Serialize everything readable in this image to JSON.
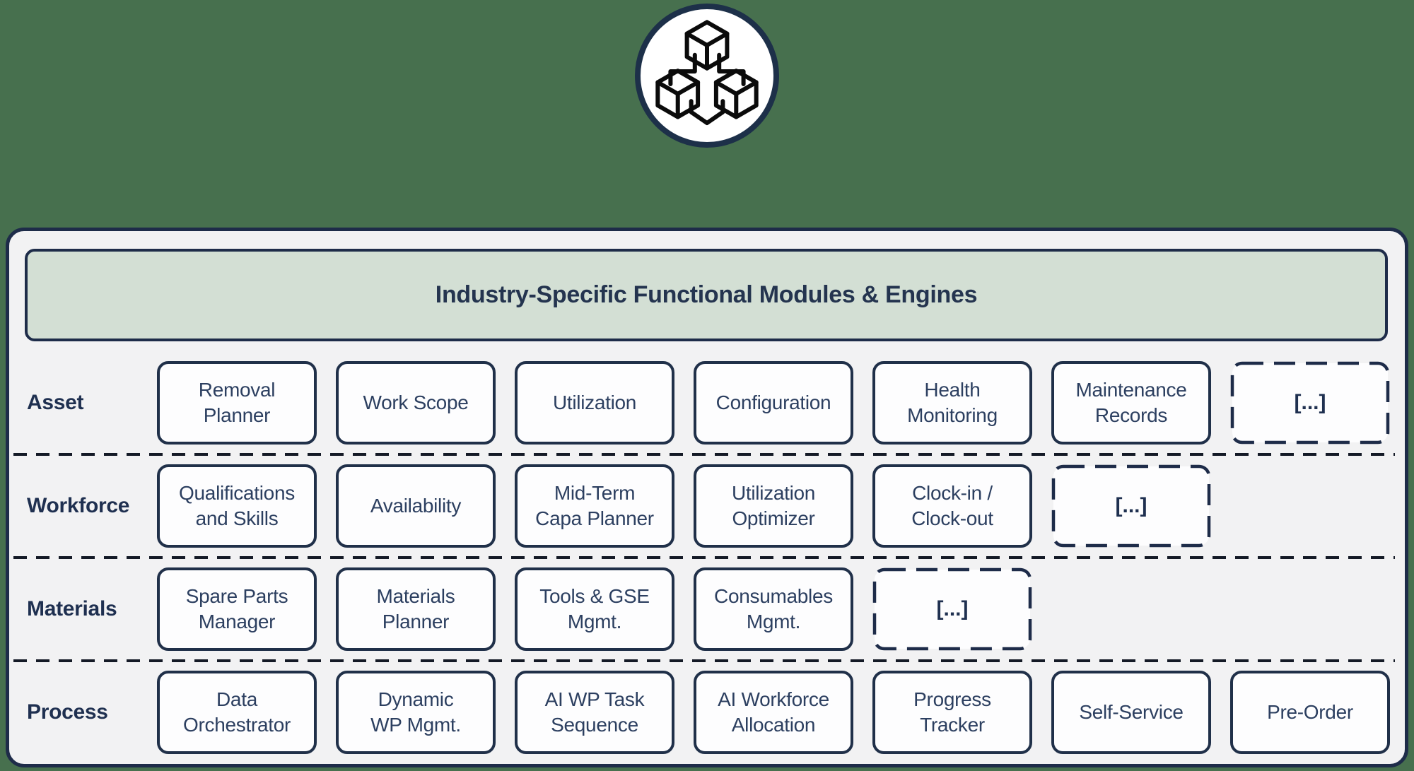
{
  "icon": {
    "name": "cubes-network-icon"
  },
  "colors": {
    "background": "#47704e",
    "panel_bg": "#f2f2f3",
    "navy_border": "#1e2c49",
    "header_bg": "#d3dfd4",
    "box_bg": "#fdfdfe",
    "text_navy": "#2c3f60",
    "separator": "#141a26"
  },
  "panel": {
    "title": "Industry-Specific Functional Modules & Engines",
    "rows": [
      {
        "label": "Asset",
        "modules": [
          "Removal\nPlanner",
          "Work Scope",
          "Utilization",
          "Configuration",
          "Health\nMonitoring",
          "Maintenance\nRecords"
        ],
        "more": "[...]"
      },
      {
        "label": "Workforce",
        "modules": [
          "Qualifications\nand Skills",
          "Availability",
          "Mid-Term\nCapa Planner",
          "Utilization\nOptimizer",
          "Clock-in /\nClock-out"
        ],
        "more": "[...]"
      },
      {
        "label": "Materials",
        "modules": [
          "Spare Parts\nManager",
          "Materials\nPlanner",
          "Tools & GSE\nMgmt.",
          "Consumables\nMgmt."
        ],
        "more": "[...]"
      },
      {
        "label": "Process",
        "modules": [
          "Data\nOrchestrator",
          "Dynamic\nWP Mgmt.",
          "AI WP Task\nSequence",
          "AI Workforce\nAllocation",
          "Progress\nTracker",
          "Self-Service",
          "Pre-Order"
        ]
      }
    ]
  }
}
